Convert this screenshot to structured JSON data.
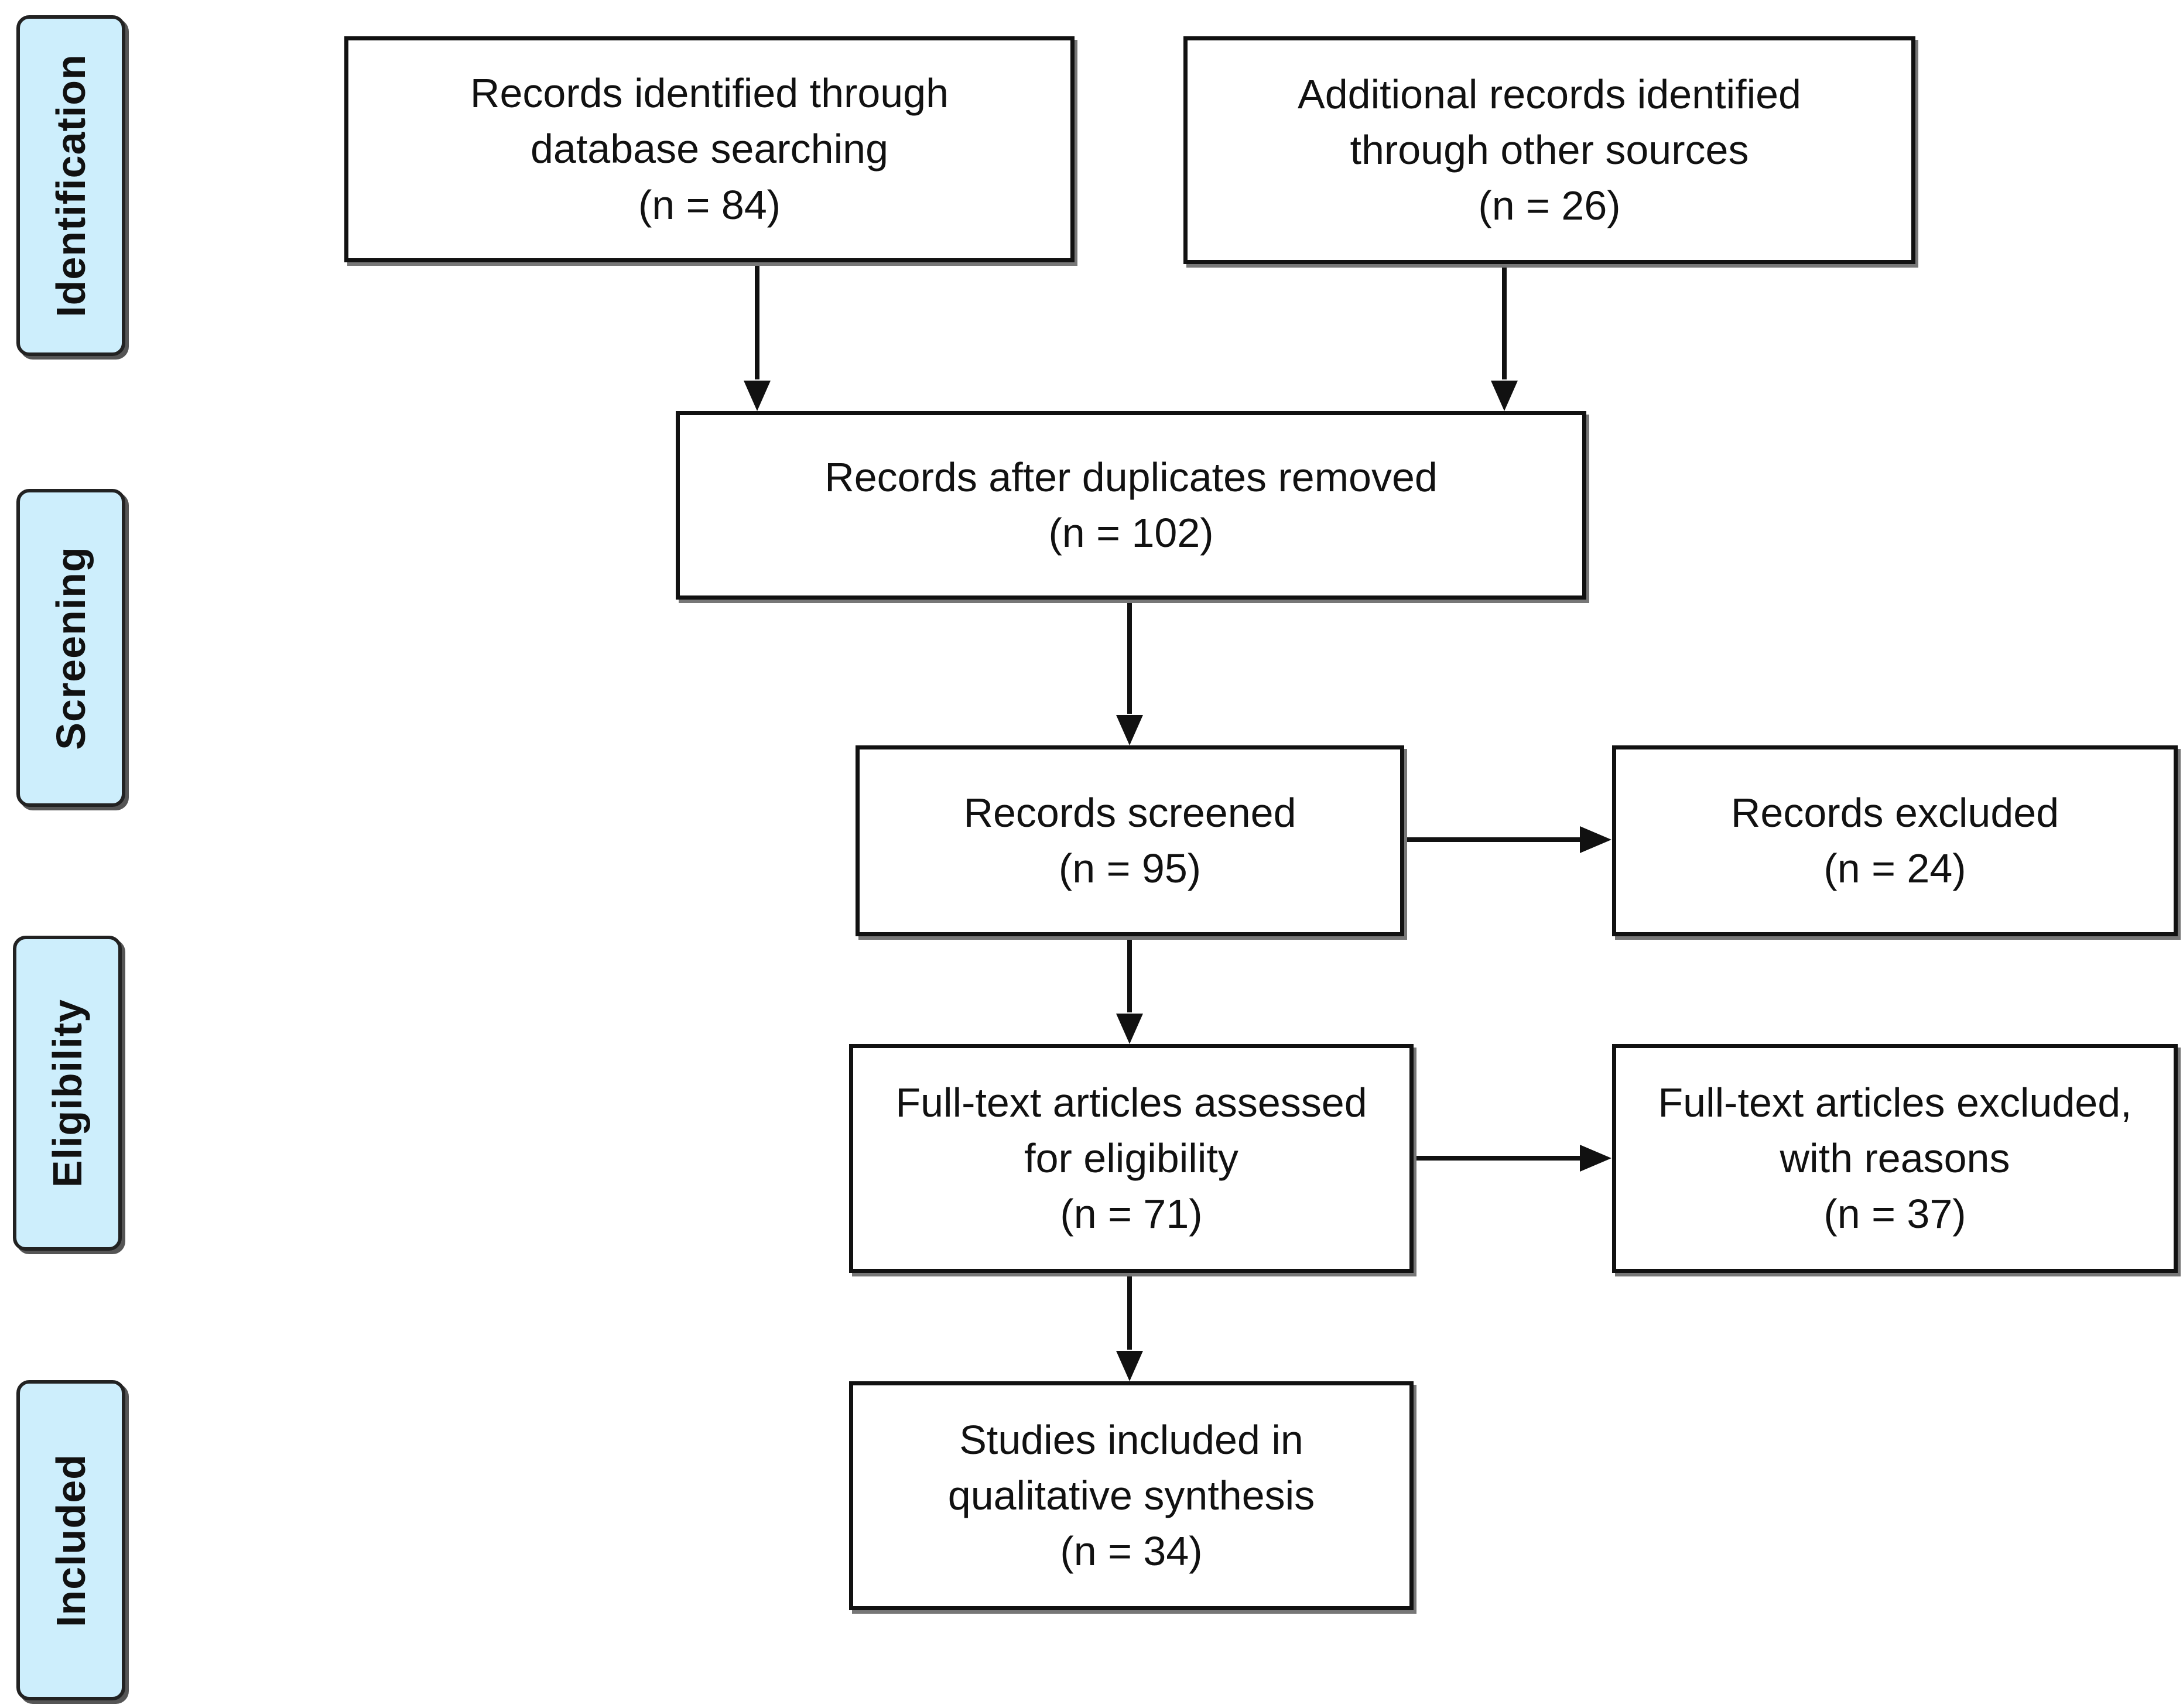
{
  "stages": {
    "identification": "Identification",
    "screening": "Screening",
    "eligibility": "Eligibility",
    "included": "Included"
  },
  "boxes": {
    "database_records": {
      "line1": "Records identified through",
      "line2": "database searching",
      "count": "(n = 84)"
    },
    "other_records": {
      "line1": "Additional records identified",
      "line2": "through other sources",
      "count": "(n =  26)"
    },
    "after_duplicates": {
      "line1": "Records after duplicates removed",
      "count": "(n = 102)"
    },
    "screened": {
      "line1": "Records screened",
      "count": "(n =   95)"
    },
    "excluded": {
      "line1": "Records excluded",
      "count": "(n =  24)"
    },
    "fulltext_assessed": {
      "line1": "Full-text articles assessed",
      "line2": "for eligibility",
      "count": "(n =  71)"
    },
    "fulltext_excluded": {
      "line1": "Full-text articles excluded,",
      "line2": "with reasons",
      "count": "(n =  37)"
    },
    "included_studies": {
      "line1": "Studies included in",
      "line2": "qualitative synthesis",
      "count": "(n =  34)"
    }
  },
  "colors": {
    "stage_fill": "#cdeefc",
    "line": "#111111"
  }
}
